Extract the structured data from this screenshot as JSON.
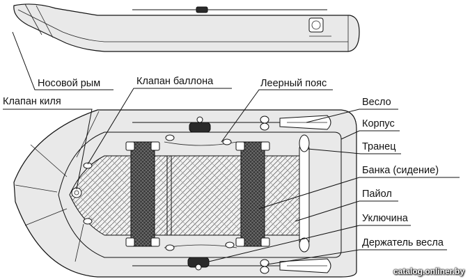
{
  "labels": {
    "nose_ring": "Носовой рым",
    "tube_valve": "Клапан баллона",
    "rope": "Леерный пояс",
    "keel_valve": "Клапан киля",
    "oar": "Весло",
    "hull": "Корпус",
    "transom": "Транец",
    "bench": "Банка (сидение)",
    "floor": "Пайол",
    "oarlock": "Уключина",
    "oar_holder": "Держатель весла"
  },
  "watermark": "catalog.onliner.by"
}
